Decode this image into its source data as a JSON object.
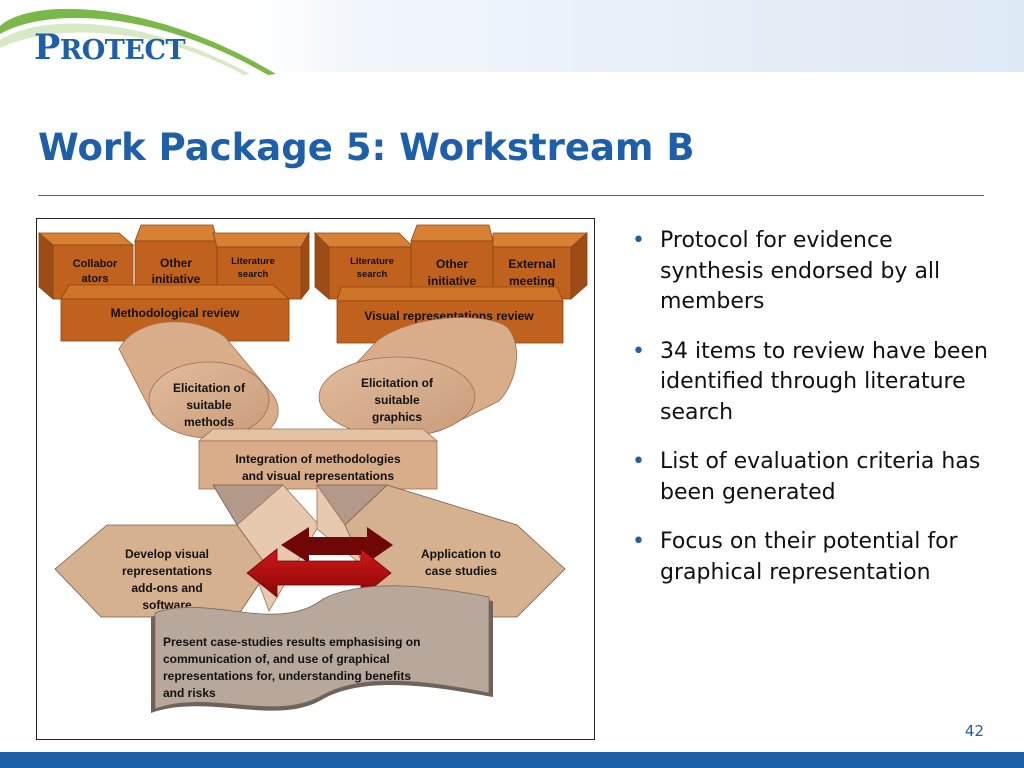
{
  "logo": {
    "first_letter": "P",
    "rest": "ROTECT"
  },
  "title": "Work Package 5: Workstream B",
  "colors": {
    "brand_blue": "#1d5fa8",
    "box_orange": "#c0621d",
    "box_top": "#d07428",
    "tan": "#d9ac8a",
    "tan_dark": "#c09371",
    "arrow_red": "#b20d0d",
    "scroll_fill": "#b8a89c"
  },
  "diagram": {
    "boxes_left": [
      {
        "line1": "Collabor",
        "line2": "ators"
      },
      {
        "line1": "Other",
        "line2": "initiative"
      },
      {
        "line1": "Literature",
        "line2": "search"
      }
    ],
    "boxes_right": [
      {
        "line1": "Literature",
        "line2": "search"
      },
      {
        "line1": "Other",
        "line2": "initiative"
      },
      {
        "line1": "External",
        "line2": "meeting"
      }
    ],
    "methodological_review": "Methodological review",
    "visual_review": "Visual representations review",
    "elicitation_methods": [
      "Elicitation of",
      "suitable",
      "methods"
    ],
    "elicitation_graphics": [
      "Elicitation of",
      "suitable",
      "graphics"
    ],
    "integration": [
      "Integration of methodologies",
      "and visual representations"
    ],
    "develop_visual": [
      "Develop visual",
      "representations",
      "add-ons and",
      "software"
    ],
    "application": [
      "Application to",
      "case studies"
    ],
    "present": [
      "Present case-studies results emphasising on",
      "communication of, and use of graphical",
      "representations for, understanding benefits",
      "and risks"
    ]
  },
  "bullets": [
    "Protocol for evidence synthesis endorsed by all members",
    "34 items to review have been identified through literature search",
    "List of evaluation criteria has been generated",
    "Focus on their potential for graphical representation"
  ],
  "page_number": "42"
}
